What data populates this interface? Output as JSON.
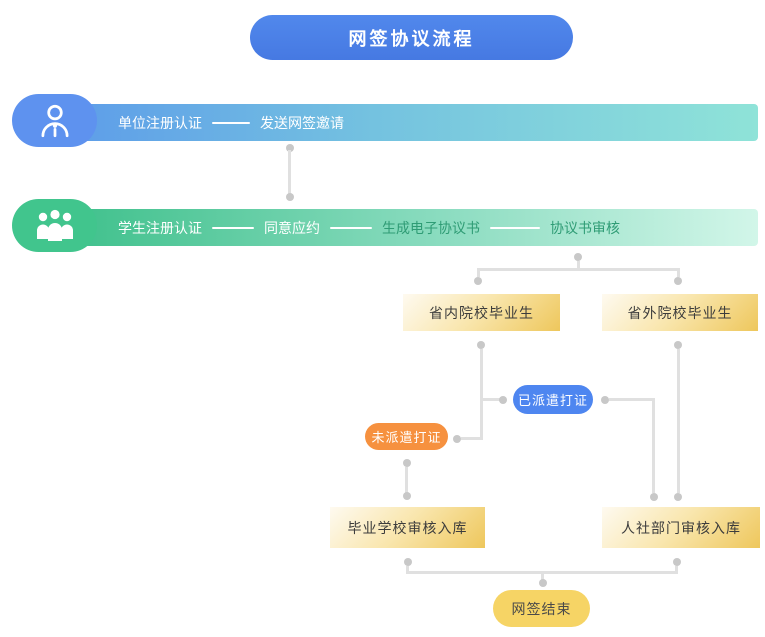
{
  "title": "网签协议流程",
  "lane_company": {
    "icon": "person-icon",
    "label": "单位注册认证",
    "steps": [
      "发送网签邀请"
    ]
  },
  "lane_student": {
    "icon": "group-icon",
    "label": "学生注册认证",
    "steps": [
      "同意应约",
      "生成电子协议书",
      "协议书审核"
    ]
  },
  "nodes": {
    "in_province": "省内院校毕业生",
    "out_province": "省外院校毕业生",
    "dispatched": "已派遣打证",
    "not_dispatched": "未派遣打证",
    "school_review": "毕业学校审核入库",
    "hr_review": "人社部门审核入库",
    "end": "网签结束"
  },
  "colors": {
    "title_blue": "#4a7ee6",
    "badge_blue": "#5e92ef",
    "badge_green": "#41c58d",
    "bar1_gradient": [
      "#5d9ce9",
      "#8fe3d8"
    ],
    "bar2_gradient": [
      "#3ec08b",
      "#d2f6e9"
    ],
    "bar2_dark_text": "#2f9c75",
    "yellow_box_gradient": [
      "#fefaf0",
      "#eec75c"
    ],
    "pill_dispatched_blue": "#4e86f0",
    "pill_not_dispatched_orange": "#f6913f",
    "pill_end_yellow": "#f6d465",
    "connector_line": "#e0e0e0",
    "connector_dot": "#c8c8c8"
  }
}
